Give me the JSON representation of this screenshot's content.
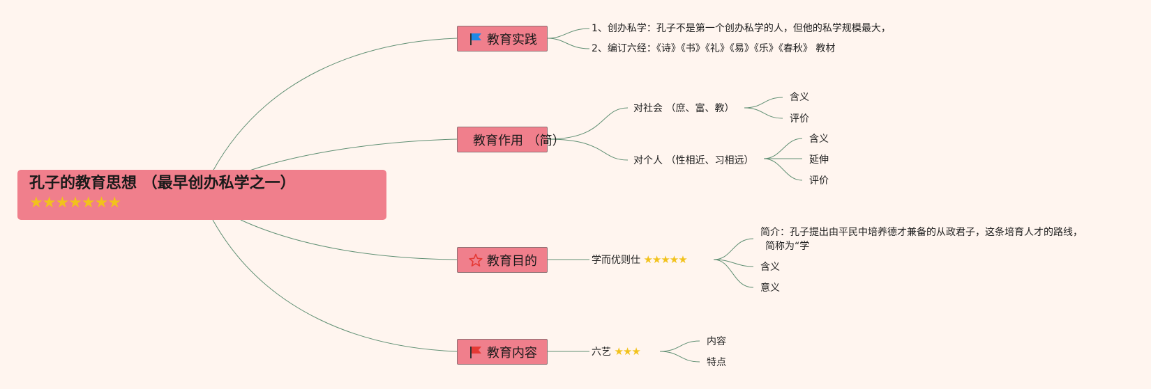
{
  "root": {
    "title": "孔子的教育思想 （最早创办私学之一）",
    "stars": "★★★★★★★"
  },
  "colors": {
    "node_fill": "#f07f8c",
    "edge": "#5f8f73",
    "flag_blue": "#1e88e5",
    "flag_red": "#e53935",
    "star": "#f2c21b",
    "background": "#fff5ef"
  },
  "branches": [
    {
      "label": "教育实践",
      "icon": "blue-flag-icon",
      "children": [
        {
          "label": "1、创办私学：孔子不是第一个创办私学的人，但他的私学规模最大，"
        },
        {
          "label": "2、编订六经：《诗》《书》《礼》《易》《乐》《春秋》   教材"
        }
      ]
    },
    {
      "label": "教育作用 （简）",
      "icon": "blue-flag-icon",
      "children": [
        {
          "label": "对社会 （庶、富、教）",
          "children": [
            "含义",
            "评价"
          ]
        },
        {
          "label": "对个人 （性相近、习相远）",
          "children": [
            "含义",
            "延伸",
            "评价"
          ]
        }
      ]
    },
    {
      "label": "教育目的",
      "icon": "red-star-outline-icon",
      "children": [
        {
          "label": "学而优则仕",
          "stars": "★★★★★",
          "children": [
            "简介：孔子提出由平民中培养德才兼备的从政君子，这条培育人才的路线，",
            "简称为“学",
            "含义",
            "意义"
          ]
        }
      ]
    },
    {
      "label": "教育内容",
      "icon": "red-flag-icon",
      "children": [
        {
          "label": "六艺",
          "stars": "★★★",
          "children": [
            "内容",
            "特点"
          ]
        }
      ]
    }
  ]
}
